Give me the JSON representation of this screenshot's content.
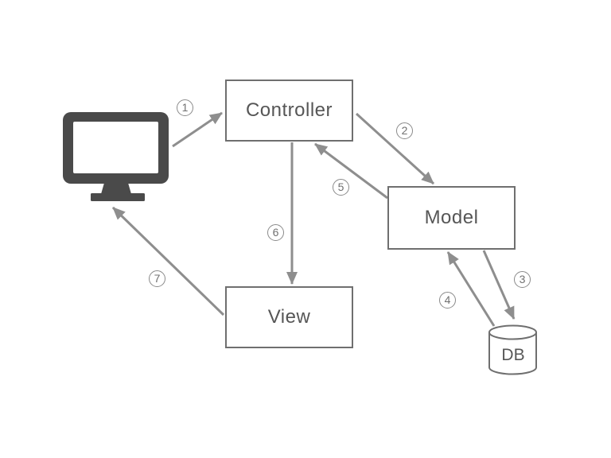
{
  "diagram": {
    "type": "architecture-flow",
    "subject": "MVC web application request flow",
    "nodes": {
      "client": {
        "kind": "monitor-icon",
        "label": ""
      },
      "controller": {
        "kind": "box",
        "label": "Controller"
      },
      "model": {
        "kind": "box",
        "label": "Model"
      },
      "view": {
        "kind": "box",
        "label": "View"
      },
      "db": {
        "kind": "cylinder",
        "label": "DB"
      }
    },
    "flows": [
      {
        "number": "1",
        "from": "client",
        "to": "controller"
      },
      {
        "number": "2",
        "from": "controller",
        "to": "model"
      },
      {
        "number": "3",
        "from": "model",
        "to": "db"
      },
      {
        "number": "4",
        "from": "db",
        "to": "model"
      },
      {
        "number": "5",
        "from": "model",
        "to": "controller"
      },
      {
        "number": "6",
        "from": "controller",
        "to": "view"
      },
      {
        "number": "7",
        "from": "view",
        "to": "client"
      }
    ],
    "colors": {
      "background": "#ffffff",
      "box_border": "#6f6f6f",
      "box_fill": "#ffffff",
      "label_text": "#565656",
      "arrow": "#8e8e8e",
      "badge_border": "#8a8a8a",
      "badge_text": "#707070",
      "monitor_icon": "#4a4a4a"
    }
  }
}
